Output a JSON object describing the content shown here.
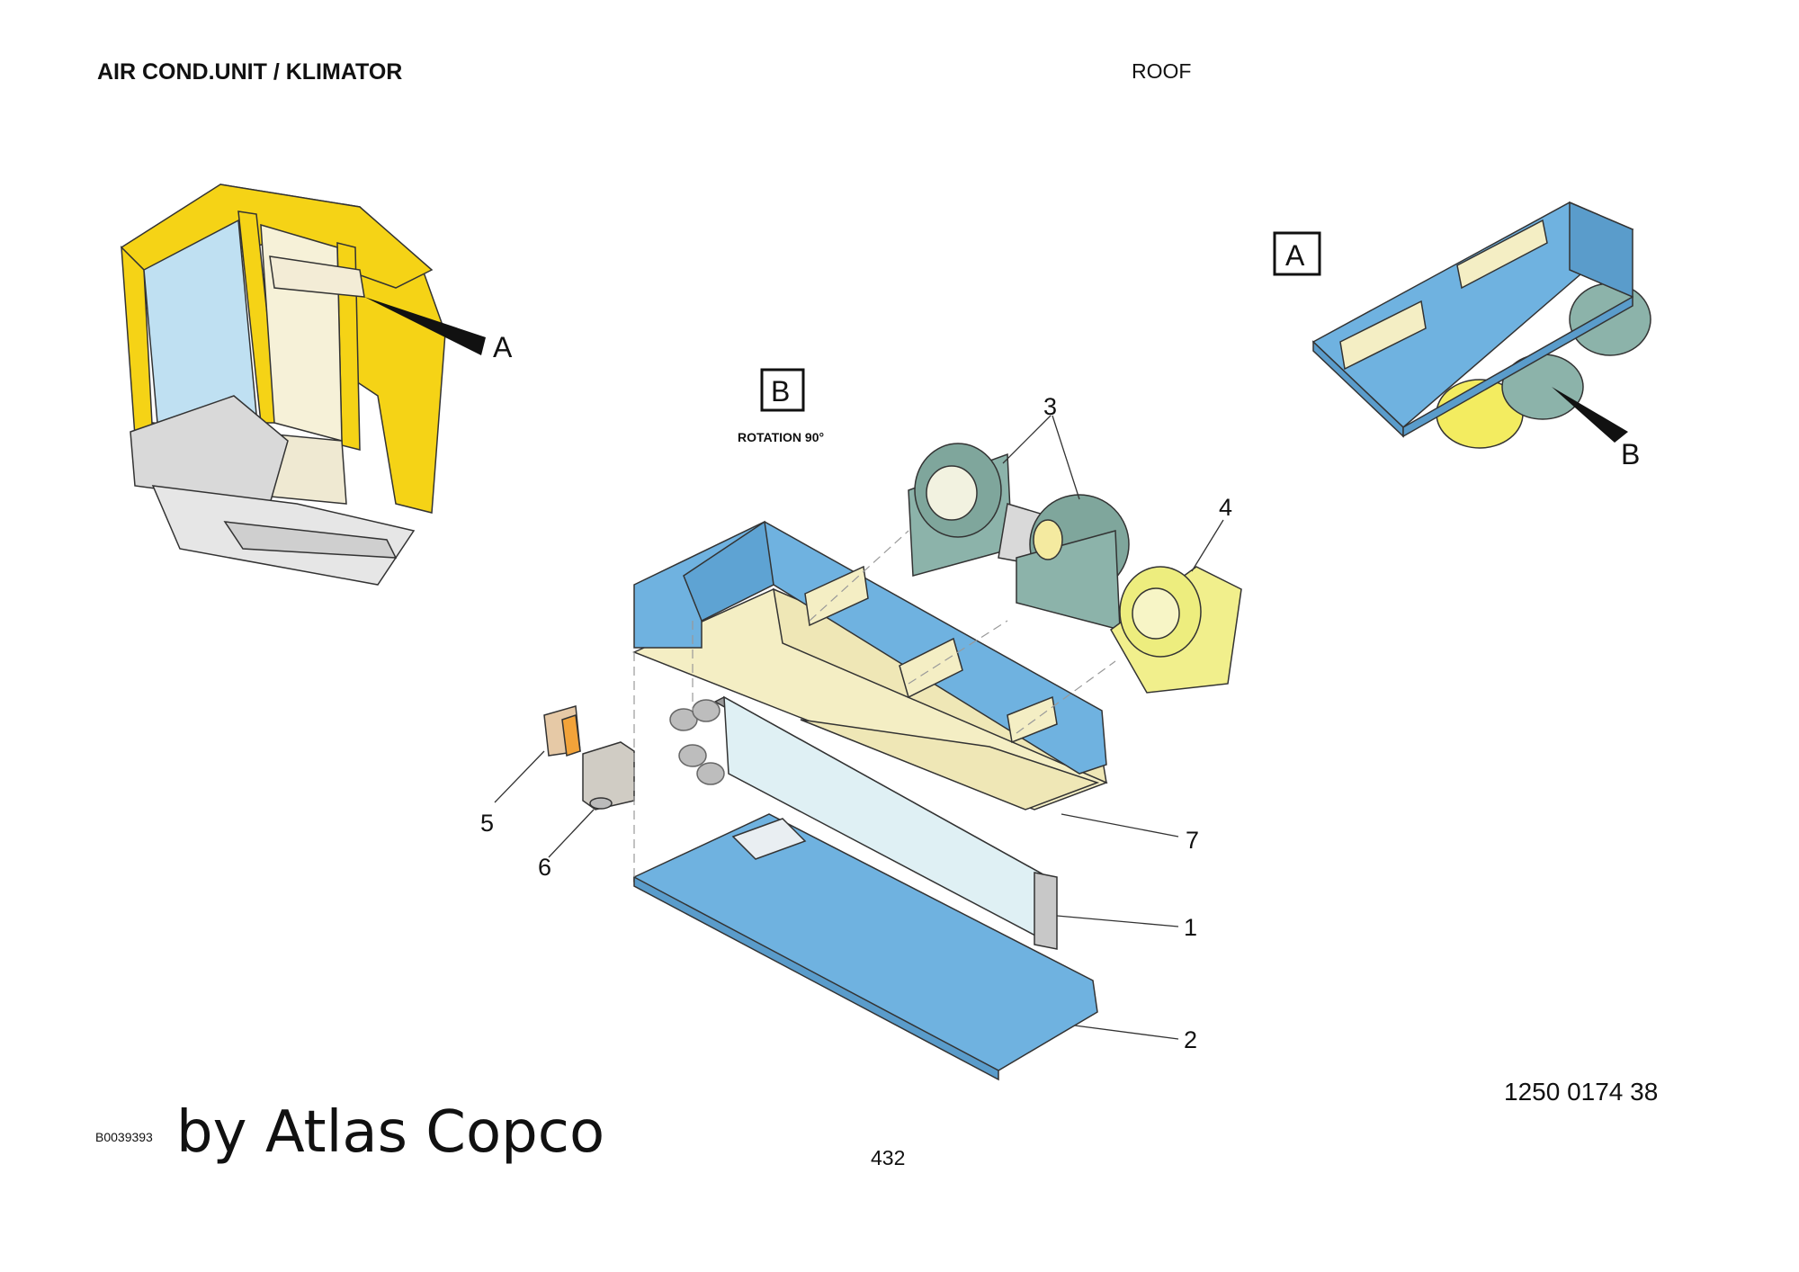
{
  "header": {
    "title": "AIR COND.UNIT / KLIMATOR",
    "section": "ROOF"
  },
  "footer": {
    "drawing_id": "B0039393",
    "brand": "by Atlas Copco",
    "part_number": "1250 0174 38",
    "page_number": "432"
  },
  "views": {
    "a_box": "A",
    "b_box": "B",
    "b_note": "ROTATION 90°",
    "cab_pointer": "A",
    "unit_pointer": "B"
  },
  "callouts": [
    "1",
    "2",
    "3",
    "4",
    "5",
    "6",
    "7"
  ],
  "colors": {
    "cab_yellow": "#f5d316",
    "housing_blue": "#6fb2e0",
    "tray_cream": "#f4eec4",
    "fan_green": "#7fa69c",
    "fan_yellow": "#f1ef8c"
  }
}
